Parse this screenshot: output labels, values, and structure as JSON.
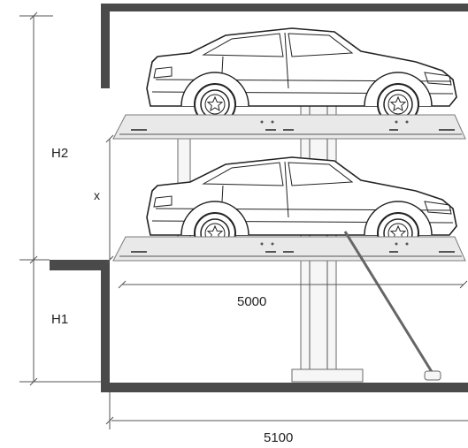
{
  "dimensions": {
    "h2_label": "H2",
    "h1_label": "H1",
    "x_label": "x",
    "platform_length": "5000",
    "pit_width": "5100"
  }
}
